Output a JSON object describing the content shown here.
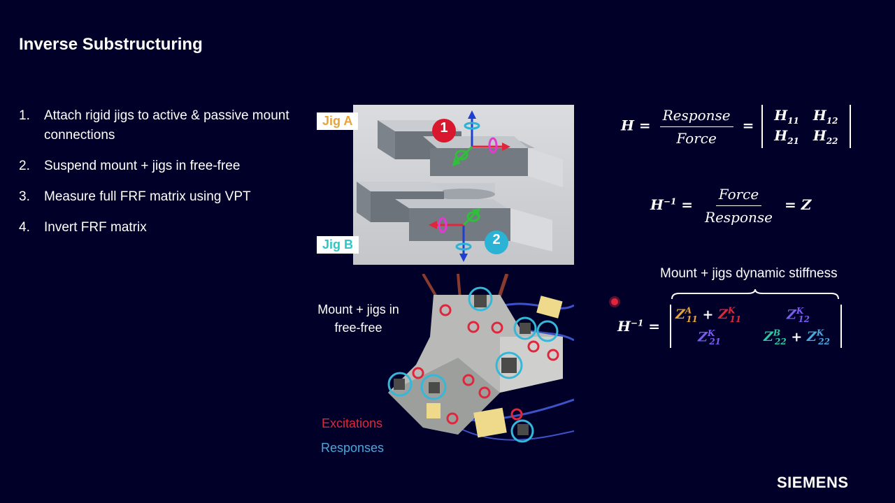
{
  "slide": {
    "title": "Inverse Substructuring",
    "steps": [
      {
        "num": "1.",
        "text": "Attach rigid jigs to active & passive mount connections"
      },
      {
        "num": "2.",
        "text": "Suspend mount + jigs in free-free"
      },
      {
        "num": "3.",
        "text": "Measure full FRF matrix using VPT"
      },
      {
        "num": "4.",
        "text": "Invert FRF matrix"
      }
    ]
  },
  "figure_jigs": {
    "jig_a_label": "Jig A",
    "jig_b_label": "Jig B",
    "point_1": "1",
    "point_2": "2",
    "colors": {
      "jig_a": "#e8a33a",
      "jig_b": "#2ec7c7",
      "point_1": "#d9172e",
      "point_2": "#2bb3d6"
    }
  },
  "figure_photo": {
    "caption": "Mount + jigs in free-free",
    "legend_excitations": "Excitations",
    "legend_responses": "Responses",
    "colors": {
      "excitations": "#e0263c",
      "responses": "#4aa8de"
    }
  },
  "equations": {
    "eq1": {
      "lhs": "H",
      "num": "Response",
      "den": "Force",
      "m11": "H",
      "m12": "H",
      "m21": "H",
      "m22": "H",
      "s11": "11",
      "s12": "12",
      "s21": "21",
      "s22": "22"
    },
    "eq2": {
      "lhs": "H",
      "lhs_sup": "−1",
      "num": "Force",
      "den": "Response",
      "rhs": "Z"
    },
    "stiffness_label": "Mount + jigs dynamic stiffness",
    "eq3": {
      "lhs": "H",
      "lhs_sup": "−1",
      "z_symbol": "Z",
      "a11_sup": "A",
      "a11_sub": "11",
      "k11_sup": "K",
      "k11_sub": "11",
      "k12_sup": "K",
      "k12_sub": "12",
      "k21_sup": "K",
      "k21_sub": "21",
      "b22_sup": "B",
      "b22_sub": "22",
      "k22_sup": "K",
      "k22_sub": "22",
      "plus": "+",
      "colors": {
        "a": "#e8a33a",
        "k11": "#e0263c",
        "k_offdiag": "#7a5cf0",
        "b": "#2ec7a0",
        "k22": "#4aa8de"
      }
    }
  },
  "brand": {
    "logo": "SIEMENS"
  }
}
